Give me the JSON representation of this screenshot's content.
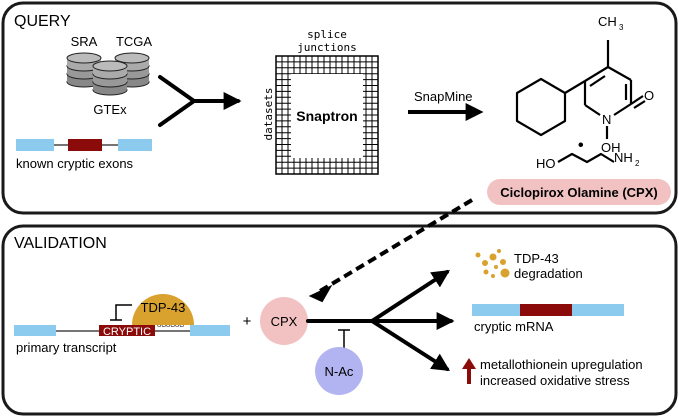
{
  "query": {
    "title": "QUERY",
    "databases": [
      "SRA",
      "TCGA",
      "GTEx"
    ],
    "known_exons_label": "known cryptic exons",
    "grid": {
      "top_label": "splice\njunctions",
      "side_label": "datasets",
      "center_label": "Snaptron"
    },
    "tool_label": "SnapMine",
    "molecule": {
      "ch3_label": "CH",
      "ch3_sub": "3",
      "n_label": "N",
      "o_label": "O",
      "oh_label": "OH",
      "ho_label": "HO",
      "nh2_label": "NH",
      "nh2_sub": "2",
      "dot_label": "•"
    },
    "drug_pill": "Ciclopirox Olamine (CPX)"
  },
  "validation": {
    "title": "VALIDATION",
    "tdp43_label": "TDP-43",
    "cryptic_label": "CRYPTIC",
    "ug_repeat": "UGUGUG",
    "primary_transcript_label": "primary transcript",
    "plus_sign": "+",
    "cpx_label": "CPX",
    "nac_label": "N-Ac",
    "outcomes": {
      "degradation_line1": "TDP-43",
      "degradation_line2": "degradation",
      "cryptic_mrna": "cryptic mRNA",
      "metallothionein": "metallothionein upregulation",
      "oxidative": "increased oxidative stress"
    }
  },
  "colors": {
    "exon_blue": "#8ccbee",
    "cryptic_red": "#8b0a0a",
    "tdp43_gold": "#d9a22e",
    "cpx_pink": "#f2c2c2",
    "nac_lavender": "#b2b4f2",
    "arrow_red": "#8b0a0a"
  },
  "icons": [
    "database-icon",
    "ring-structure-icon",
    "dots-icon",
    "up-arrow-icon"
  ]
}
